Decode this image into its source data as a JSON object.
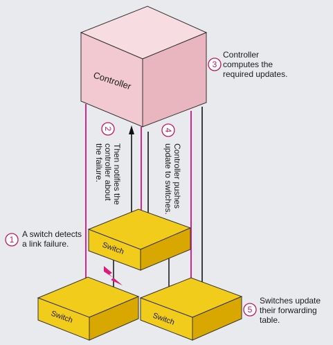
{
  "controller": {
    "label": "Controller"
  },
  "switches": [
    {
      "label": "Switch"
    },
    {
      "label": "Switch"
    },
    {
      "label": "Switch"
    }
  ],
  "steps": [
    {
      "number": "1",
      "lines": [
        "A switch detects",
        "a link failure."
      ]
    },
    {
      "number": "2",
      "lines": [
        "Then notifies the",
        "controller about",
        "the failure."
      ]
    },
    {
      "number": "3",
      "lines": [
        "Controller",
        "computes the",
        "required updates."
      ]
    },
    {
      "number": "4",
      "lines": [
        "Controller pushes",
        "update to switches."
      ]
    },
    {
      "number": "5",
      "lines": [
        "Switches update",
        "their forwarding",
        "table."
      ]
    }
  ],
  "colors": {
    "background": "#e8eaed",
    "controller_front": "#f2c9d1",
    "controller_top": "#f7dde2",
    "controller_side": "#e9b5bf",
    "switch_top": "#f2cc1a",
    "switch_side": "#d8a800",
    "control_link": "#d6268a",
    "number_circle": "#c2185b",
    "failure_bolt": "#e0197d"
  }
}
